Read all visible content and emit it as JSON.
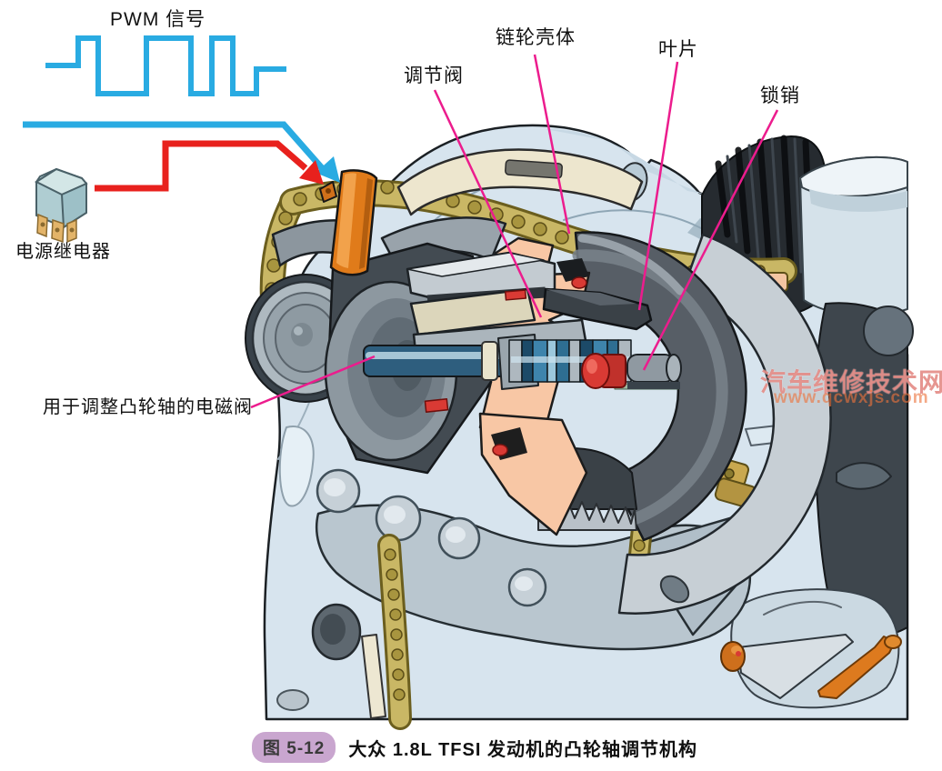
{
  "pwm": {
    "label": "PWM 信号"
  },
  "relay": {
    "label": "电源继电器"
  },
  "callouts": [
    {
      "id": "regulating-valve",
      "label": "调节阀"
    },
    {
      "id": "sprocket-housing",
      "label": "链轮壳体"
    },
    {
      "id": "vane",
      "label": "叶片"
    },
    {
      "id": "lock-pin",
      "label": "锁销"
    },
    {
      "id": "camshaft-solenoid",
      "label": "用于调整凸轮轴的电磁阀"
    }
  ],
  "watermark": {
    "line1": "汽车维修技术网",
    "line2": "www.qcwxjs.com"
  },
  "caption": {
    "badge": "图 5-12",
    "text": "大众 1.8L TFSI 发动机的凸轮轴调节机构"
  },
  "colors": {
    "signal_blue": "#29abe2",
    "arrow_red": "#e8211d",
    "leader_pink": "#ec1c8d",
    "engine_blue": "#d7e4ee",
    "chain_gold": "#c9b765",
    "cutaway_salmon": "#f8c7a5",
    "connector_orange": "#e07b1a",
    "badge_purple": "#c9a6cf"
  }
}
